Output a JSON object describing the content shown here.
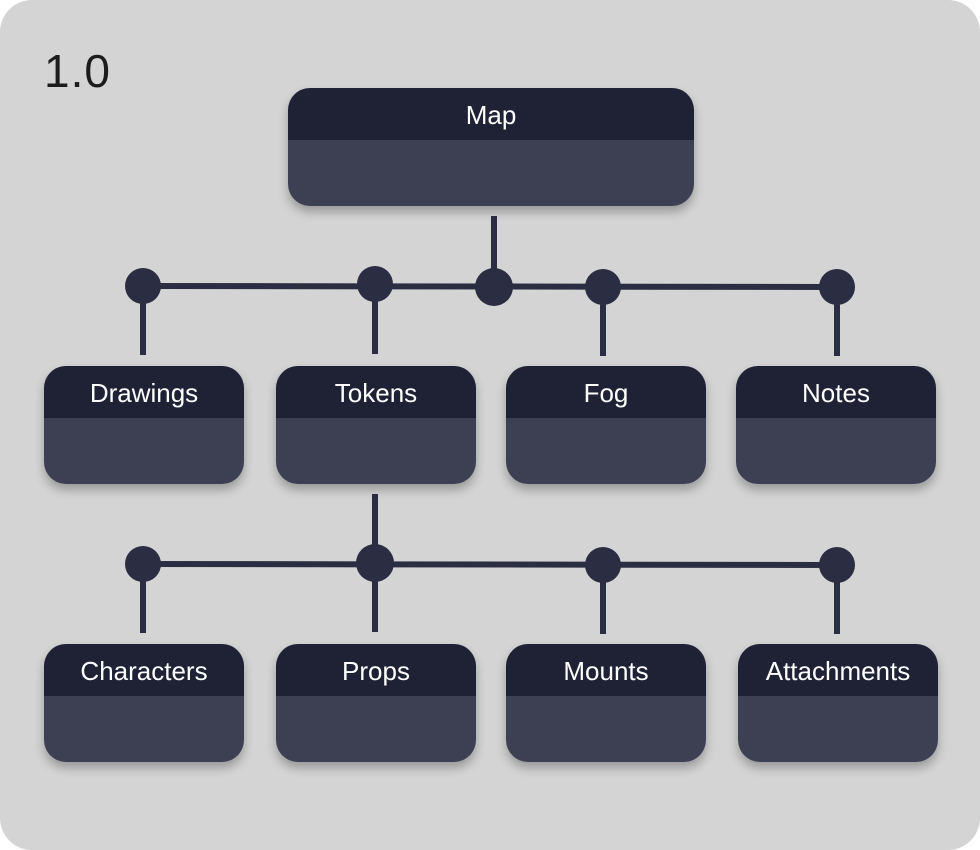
{
  "version_label": "1.0",
  "colors": {
    "background": "#d4d4d4",
    "node_header": "#1f2235",
    "node_body": "#3d4053",
    "connector": "#2b2e42"
  },
  "root": {
    "title": "Map"
  },
  "level1": [
    {
      "title": "Drawings"
    },
    {
      "title": "Tokens"
    },
    {
      "title": "Fog"
    },
    {
      "title": "Notes"
    }
  ],
  "level2": [
    {
      "title": "Characters"
    },
    {
      "title": "Props"
    },
    {
      "title": "Mounts"
    },
    {
      "title": "Attachments"
    }
  ]
}
